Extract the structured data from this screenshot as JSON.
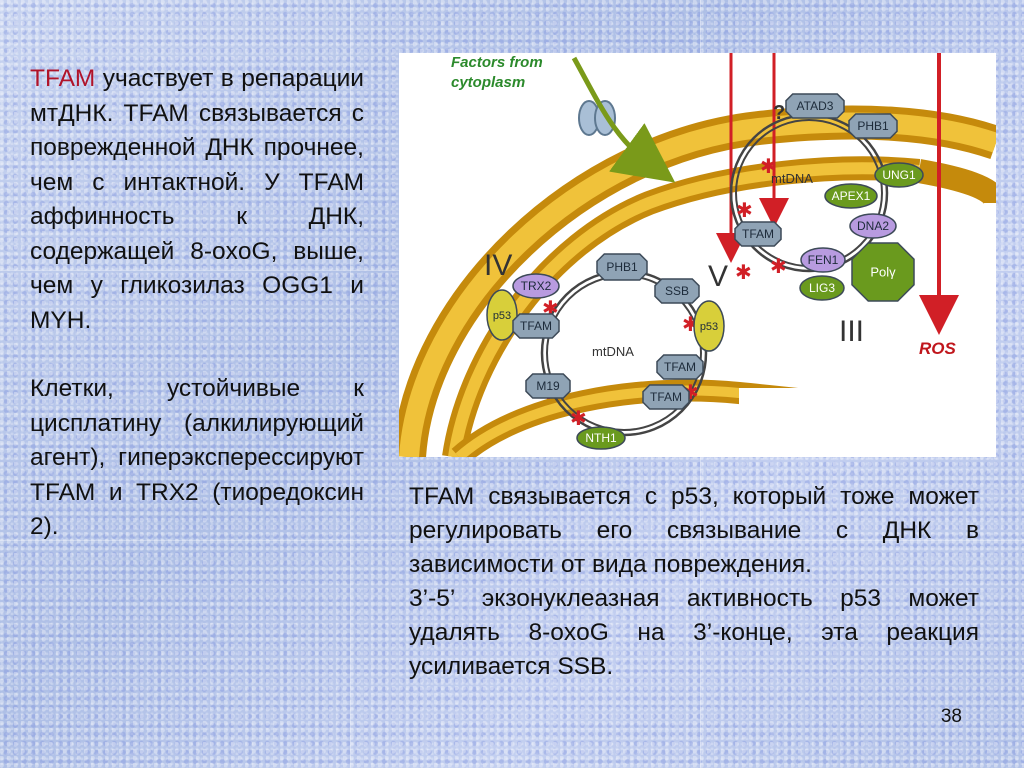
{
  "left_paragraphs": {
    "p1": {
      "lead": "TFAM",
      "body": " участвует в репарации мтДНК. TFAM связывается с поврежденной ДНК прочнее, чем с интактной. У TFAM аффинность к ДНК, содержащей 8-oxoG, выше, чем у гликозилаз OGG1 и MYH."
    },
    "p2": "Клетки, устойчивые к цисплатину (алкилирующий агент), гиперэкспересcируют TFAM и TRX2 (тиоредоксин 2)."
  },
  "right_paragraphs": [
    "TFAM связывается с p53, который тоже может регулировать его связывание с ДНК в зависимости от вида повреждения.",
    "3’-5’ экзонуклеазная активность p53 может удалять 8-oxoG на 3’-конце, эта реакция усиливается SSB."
  ],
  "slide_number": "38",
  "colors": {
    "accent": "#b0132a",
    "membrane": "#c58a0c",
    "membrane_light": "#f0c23a",
    "factors_text": "#2c8a2c",
    "ros_text": "#c0161c",
    "arrow_red": "#d11f26",
    "arrow_green": "#7a9a1a",
    "protein_grey": "#8fa3b5",
    "protein_purple": "#b89be0",
    "protein_green": "#6a9a1e",
    "protein_yellow": "#d8cf3a"
  },
  "figure": {
    "factors_label_line1": "Factors from",
    "factors_label_line2": "cytoplasm",
    "ros_label": "ROS",
    "roman": {
      "iii": "III",
      "iv": "IV",
      "v": "V"
    },
    "question_mark": "?",
    "circle_left_label": "mtDNA",
    "circle_right_label": "mtDNA",
    "left_proteins": {
      "trx2": "TRX2",
      "tfam_a": "TFAM",
      "p53_left": "p53",
      "phb1": "PHB1",
      "ssb": "SSB",
      "p53_right": "p53",
      "tfam_b": "TFAM",
      "tfam_c": "TFAM",
      "m19": "M19",
      "nth1": "NTH1"
    },
    "right_proteins": {
      "atad3": "ATAD3",
      "phb1": "PHB1",
      "ung1": "UNG1",
      "apex1": "APEX1",
      "dna2": "DNA2",
      "tfam": "TFAM",
      "fen1": "FEN1",
      "lig3": "LIG3",
      "poly": "Polγ"
    }
  }
}
